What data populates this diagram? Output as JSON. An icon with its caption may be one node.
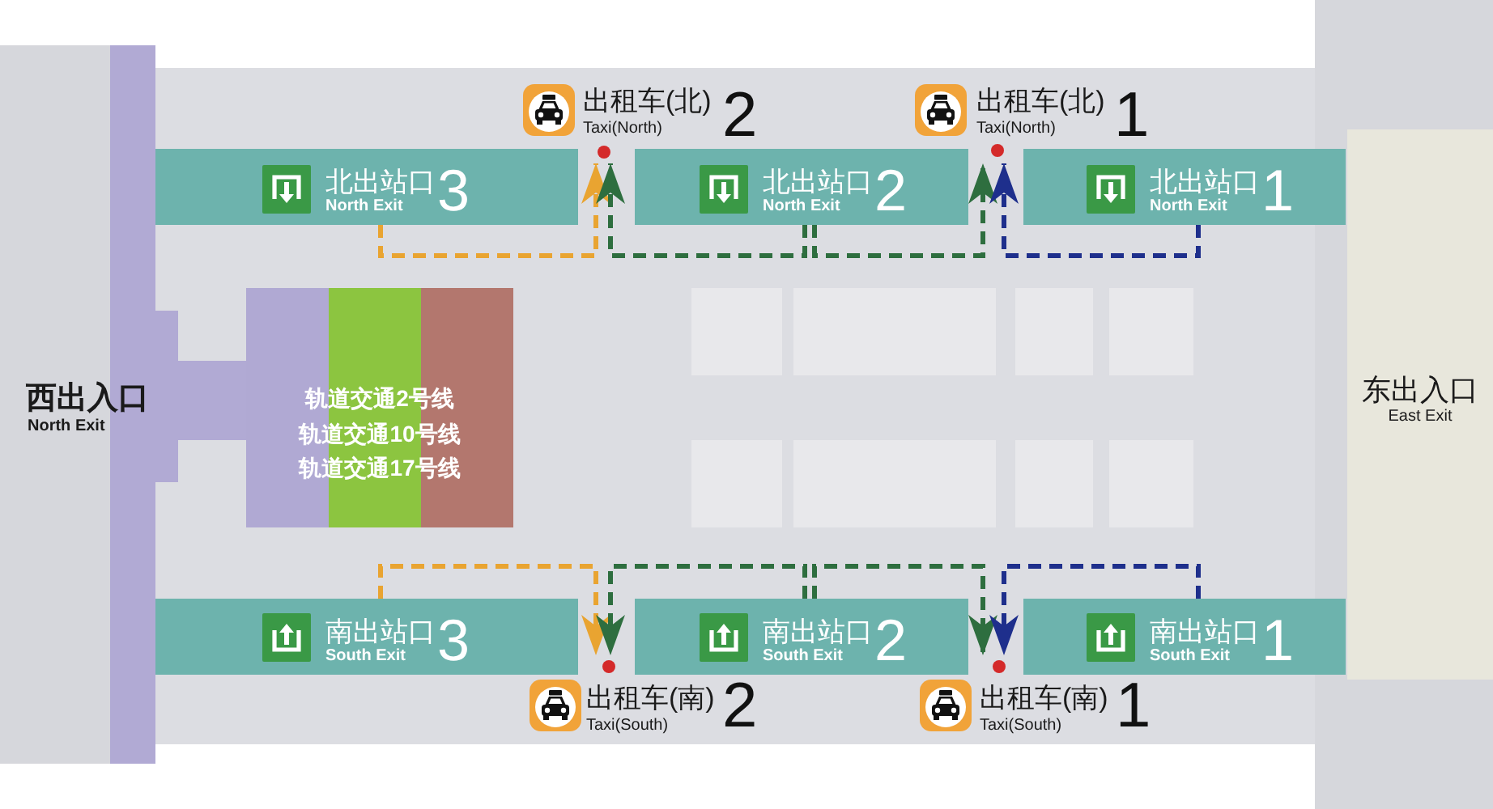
{
  "diagram": {
    "nodes": [
      {
        "text": [
          "出租车(北)",
          "Taxi(North)",
          "2"
        ]
      },
      {
        "text": [
          "出租车(北)",
          "Taxi(North)",
          "1"
        ]
      },
      {
        "text": [
          "北出站口",
          "North Exit",
          "3"
        ]
      },
      {
        "text": [
          "北出站口",
          "North Exit",
          "2"
        ]
      },
      {
        "text": [
          "北出站口",
          "North Exit",
          "1"
        ]
      },
      {
        "text": [
          "轨道交通2号线",
          "轨道交通10号线",
          "轨道交通17号线"
        ]
      },
      {
        "text": [
          "东出入口",
          "East Exit"
        ]
      },
      {
        "text": [
          "南出站口",
          "South Exit",
          "3"
        ]
      },
      {
        "text": [
          "南出站口",
          "South Exit",
          "2"
        ]
      },
      {
        "text": [
          "南出站口",
          "South Exit",
          "1"
        ]
      },
      {
        "text": [
          "出租车(南)",
          "Taxi(South)",
          "2"
        ]
      },
      {
        "text": [
          "出租车(南)",
          "Taxi(South)",
          "1"
        ]
      }
    ],
    "edges": [
      {
        "from": 2,
        "to": 0,
        "arrow": "to",
        "style": "dashed",
        "color": "#e9a431"
      },
      {
        "from": 3,
        "to": 0,
        "arrow": "to",
        "style": "dashed",
        "color": "#2e6e3f"
      },
      {
        "from": 3,
        "to": 1,
        "arrow": "to",
        "style": "dashed",
        "color": "#2e6e3f"
      },
      {
        "from": 4,
        "to": 1,
        "arrow": "to",
        "style": "dashed",
        "color": "#1e2f8c"
      },
      {
        "from": 7,
        "to": 10,
        "arrow": "to",
        "style": "dashed",
        "color": "#e9a431"
      },
      {
        "from": 8,
        "to": 10,
        "arrow": "to",
        "style": "dashed",
        "color": "#2e6e3f"
      },
      {
        "from": 8,
        "to": 11,
        "arrow": "to",
        "style": "dashed",
        "color": "#2e6e3f"
      },
      {
        "from": 9,
        "to": 11,
        "arrow": "to",
        "style": "dashed",
        "color": "#1e2f8c"
      }
    ],
    "labels": [
      "西出入口",
      "North Exit"
    ]
  }
}
